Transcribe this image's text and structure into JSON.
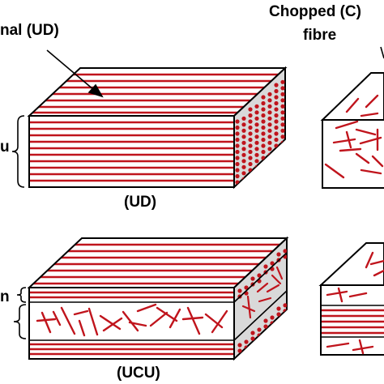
{
  "labels": {
    "ud_top": "nal (UD)",
    "chopped_line1": "Chopped (C)",
    "chopped_line2": "fibre",
    "ud_caption": "(UD)",
    "ucu_caption": "(UCU)",
    "left_fragment_1": "u",
    "left_fragment_2": "n"
  },
  "colors": {
    "fibre": "#c0141c",
    "outline": "#000000",
    "side_face": "#d9d9d9",
    "background": "#ffffff"
  }
}
